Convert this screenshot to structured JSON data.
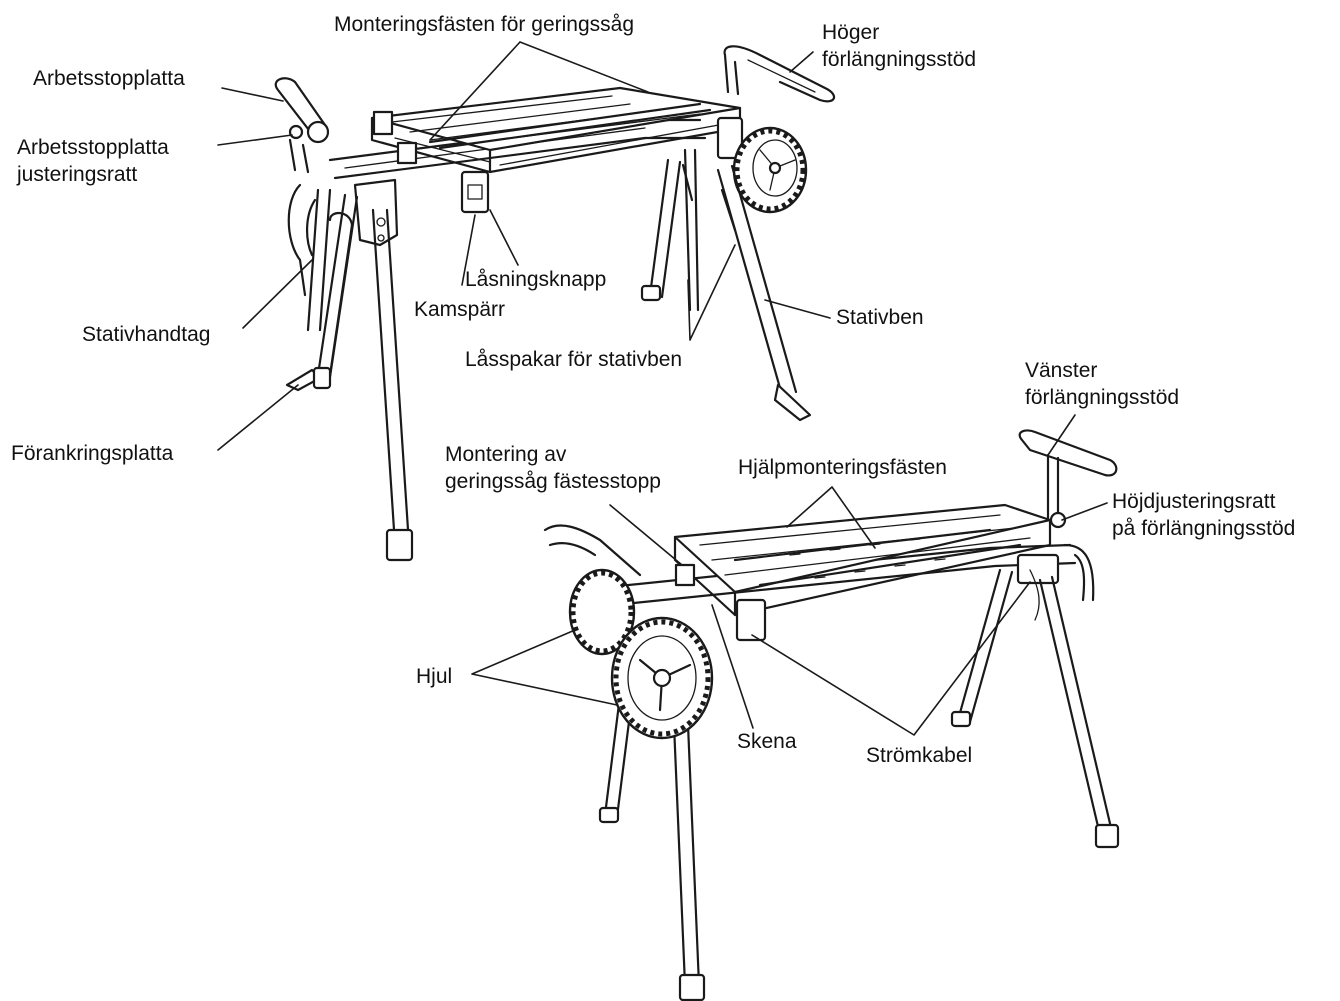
{
  "labels": {
    "monteringsfasten": "Monteringsfästen för geringssåg",
    "hoger_line1": "Höger",
    "hoger_line2": "förlängningsstöd",
    "arbetsstopplatta": "Arbetsstopplatta",
    "arbetsstopplatta_just_line1": "Arbetsstopplatta",
    "arbetsstopplatta_just_line2": "justeringsratt",
    "lasningsknapp": "Låsningsknapp",
    "kamsparr": "Kamspärr",
    "stativhandtag": "Stativhandtag",
    "stativben": "Stativben",
    "lasspakar": "Låsspakar för stativben",
    "forankringsplatta": "Förankringsplatta",
    "vanster_line1": "Vänster",
    "vanster_line2": "förlängningsstöd",
    "montering_line1": "Montering av",
    "montering_line2": "geringssåg fästesstopp",
    "hjalpmontering": "Hjälpmonteringsfästen",
    "hojd_line1": "Höjdjusteringsratt",
    "hojd_line2": "på förlängningsstöd",
    "hjul": "Hjul",
    "skena": "Skena",
    "stromkabel": "Strömkabel"
  }
}
